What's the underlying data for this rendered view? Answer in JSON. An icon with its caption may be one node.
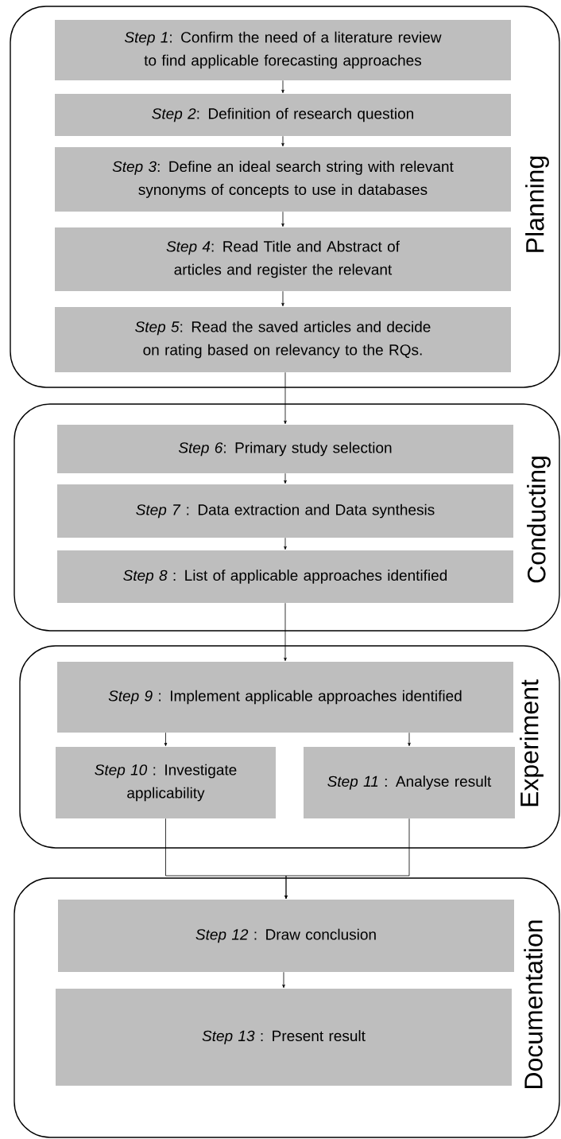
{
  "diagram": {
    "nodes": [
      {
        "text": [
          "Planning"
        ]
      },
      {
        "text": [
          "*Step 1*: Confirm the need of a literature review to find applicable forecasting approaches"
        ],
        "in": 0
      },
      {
        "text": [
          "*Step 2*: Definition of research question"
        ],
        "in": 0
      },
      {
        "text": [
          "*Step 3*: Define an ideal search string with relevant synonyms of concepts to use in databases"
        ],
        "in": 0
      },
      {
        "text": [
          "*Step 4*: Read Title and Abstract of articles and register the relevant"
        ],
        "in": 0
      },
      {
        "text": [
          "*Step 5*: Read the saved articles and decide on rating based on relevancy to the RQs."
        ],
        "in": 0
      },
      {
        "text": [
          "Conducting"
        ]
      },
      {
        "text": [
          "*Step 6*: Primary study selection"
        ],
        "in": 6
      },
      {
        "text": [
          "*Step 7* : Data extraction and Data synthesis"
        ],
        "in": 6
      },
      {
        "text": [
          "*Step 8* : List of applicable approaches identified"
        ],
        "in": 6
      },
      {
        "text": [
          "Experiment"
        ]
      },
      {
        "text": [
          "*Step 9* : Implement applicable approaches identified"
        ],
        "in": 10
      },
      {
        "text": [
          "*Step 10* : Investigate applicability"
        ],
        "in": 10
      },
      {
        "text": [
          "*Step 11* : Analyse result"
        ],
        "in": 10
      },
      {
        "text": [
          "Documentation"
        ]
      },
      {
        "text": [
          "*Step 12* : Draw conclusion"
        ],
        "in": 14
      },
      {
        "text": [
          "*Step 13* : Present result"
        ],
        "in": 14
      }
    ],
    "edges": [
      {
        "from": 1,
        "to": 2,
        "arrow": "to"
      },
      {
        "from": 2,
        "to": 3,
        "arrow": "to"
      },
      {
        "from": 3,
        "to": 4,
        "arrow": "to"
      },
      {
        "from": 4,
        "to": 5,
        "arrow": "to"
      },
      {
        "from": 5,
        "to": 7,
        "arrow": "to"
      },
      {
        "from": 7,
        "to": 8,
        "arrow": "to"
      },
      {
        "from": 8,
        "to": 9,
        "arrow": "to"
      },
      {
        "from": 9,
        "to": 11,
        "arrow": "to"
      },
      {
        "from": 11,
        "to": 12,
        "arrow": "to"
      },
      {
        "from": 11,
        "to": 13,
        "arrow": "to"
      },
      {
        "from": 12,
        "to": 15,
        "arrow": "to"
      },
      {
        "from": 13,
        "to": 15,
        "arrow": "to"
      },
      {
        "from": 15,
        "to": 16,
        "arrow": "to"
      }
    ]
  }
}
